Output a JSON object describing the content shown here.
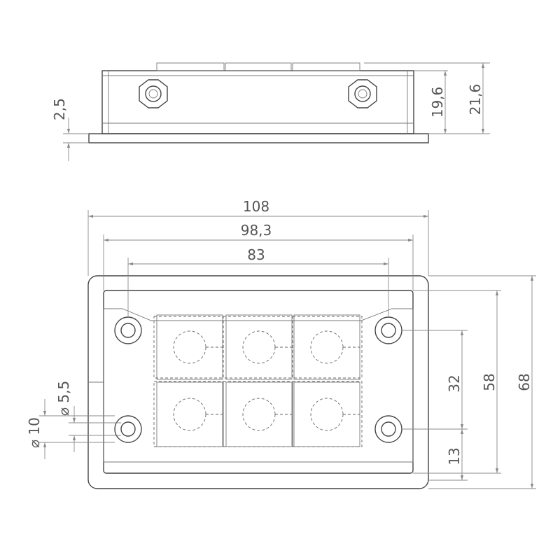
{
  "title": "",
  "side_view": {
    "dimensions": {
      "flange_thickness": "2,5",
      "body_height": "19,6",
      "total_height": "21,6"
    }
  },
  "top_view": {
    "dimensions": {
      "overall_width": "108",
      "inner_width": "98,3",
      "hole_spacing_x": "83",
      "hole_spacing_y": "32",
      "inner_height": "58",
      "overall_height": "68",
      "hole_offset_y": "13",
      "hole_diameter": "⌀ 5,5",
      "washer_diameter": "⌀ 10"
    },
    "grommet_grid": {
      "rows": 2,
      "columns": 3
    }
  },
  "colors": {
    "line": "#444444",
    "dimension": "#8a8a8a",
    "text": "#555555",
    "background": "#ffffff"
  }
}
